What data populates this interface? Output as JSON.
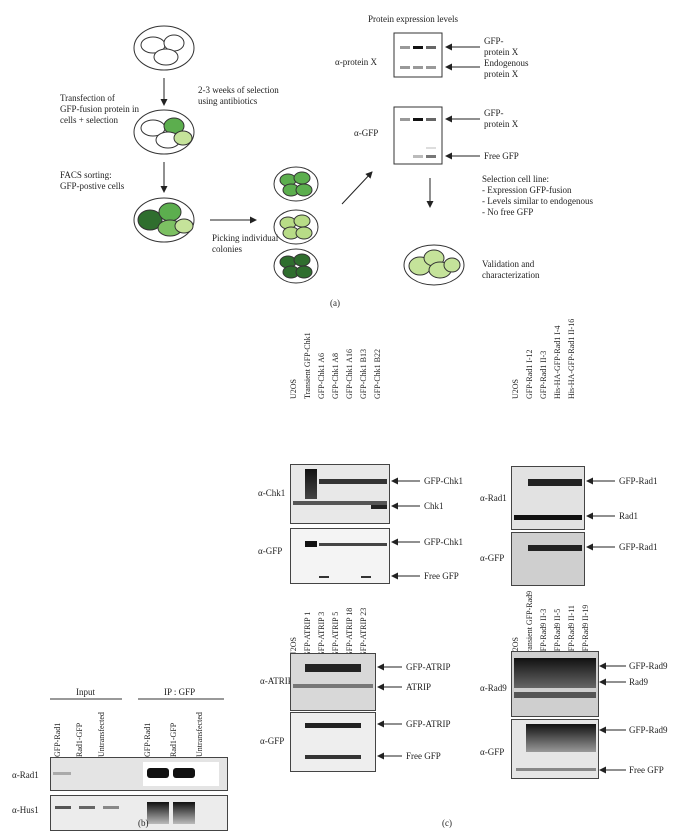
{
  "panel_a": {
    "caption": "(a)",
    "step_transfection": [
      "Transfection of",
      "GFP-fusion protein in",
      "cells + selection"
    ],
    "step_selection": [
      "2-3 weeks of selection",
      "using antibiotics"
    ],
    "step_facs": [
      "FACS sorting:",
      "GFP-postive cells"
    ],
    "step_picking": [
      "Picking individual",
      "colonies"
    ],
    "protein_levels_title": "Protein expression levels",
    "blot1_antibody": "α-protein X",
    "blot1_labels": [
      "GFP-",
      "protein X",
      "Endogenous",
      "protein X"
    ],
    "blot2_antibody": "α-GFP",
    "blot2_labels": [
      "GFP-",
      "protein X",
      "Free GFP"
    ],
    "selection_title": "Selection cell line:",
    "selection_items": [
      "- Expression GFP-fusion",
      "- Levels similar to endogenous",
      "- No free GFP"
    ],
    "validation": [
      "Validation and",
      "characterization"
    ]
  },
  "panel_b": {
    "caption": "(b)",
    "group_input": "Input",
    "group_ip": "IP : GFP",
    "lanes": [
      "GFP-Rad1",
      "Rad1-GFP",
      "Untransfected",
      "GFP-Rad1",
      "Rad1-GFP",
      "Untransfected"
    ],
    "antibodies": [
      "α-Rad1",
      "α-Hus1"
    ]
  },
  "panel_c": {
    "caption": "(c)",
    "chk1": {
      "lanes": [
        "U2OS",
        "Transient GFP-Chk1",
        "GFP-Chk1 A6",
        "GFP-Chk1 A8",
        "GFP-Chk1 A16",
        "GFP-Chk1 B13",
        "GFP-Chk1 B22"
      ],
      "antibodies": [
        "α-Chk1",
        "α-GFP"
      ],
      "bands_top": [
        "GFP-Chk1",
        "Chk1"
      ],
      "bands_bottom": [
        "GFP-Chk1",
        "Free GFP"
      ]
    },
    "rad1": {
      "lanes": [
        "U2OS",
        "GFP-Rad1 I-12",
        "GFP-Rad1 II-3",
        "His-HA-GFP-Rad1 I-4",
        "His-HA-GFP-Rad1 II-16"
      ],
      "antibodies": [
        "α-Rad1",
        "α-GFP"
      ],
      "bands_top": [
        "GFP-Rad1",
        "Rad1"
      ],
      "bands_bottom": [
        "GFP-Rad1"
      ]
    },
    "atrip": {
      "lanes": [
        "U2OS",
        "GFP-ATRIP 1",
        "GFP-ATRIP 3",
        "GFP-ATRIP 5",
        "GFP-ATRIP 18",
        "GFP-ATRIP 23"
      ],
      "antibodies": [
        "α-ATRIP",
        "α-GFP"
      ],
      "bands_top": [
        "GFP-ATRIP",
        "ATRIP"
      ],
      "bands_bottom": [
        "GFP-ATRIP",
        "Free GFP"
      ]
    },
    "rad9": {
      "lanes": [
        "U2OS",
        "Transient GFP-Rad9",
        "GFP-Rad9 II-3",
        "GFP-Rad9 II-5",
        "GFP-Rad9 II-11",
        "GFP-Rad9 II-19"
      ],
      "antibodies": [
        "α-Rad9",
        "α-GFP"
      ],
      "bands_top": [
        "GFP-Rad9",
        "Rad9"
      ],
      "bands_bottom": [
        "GFP-Rad9",
        "Free GFP"
      ]
    }
  }
}
